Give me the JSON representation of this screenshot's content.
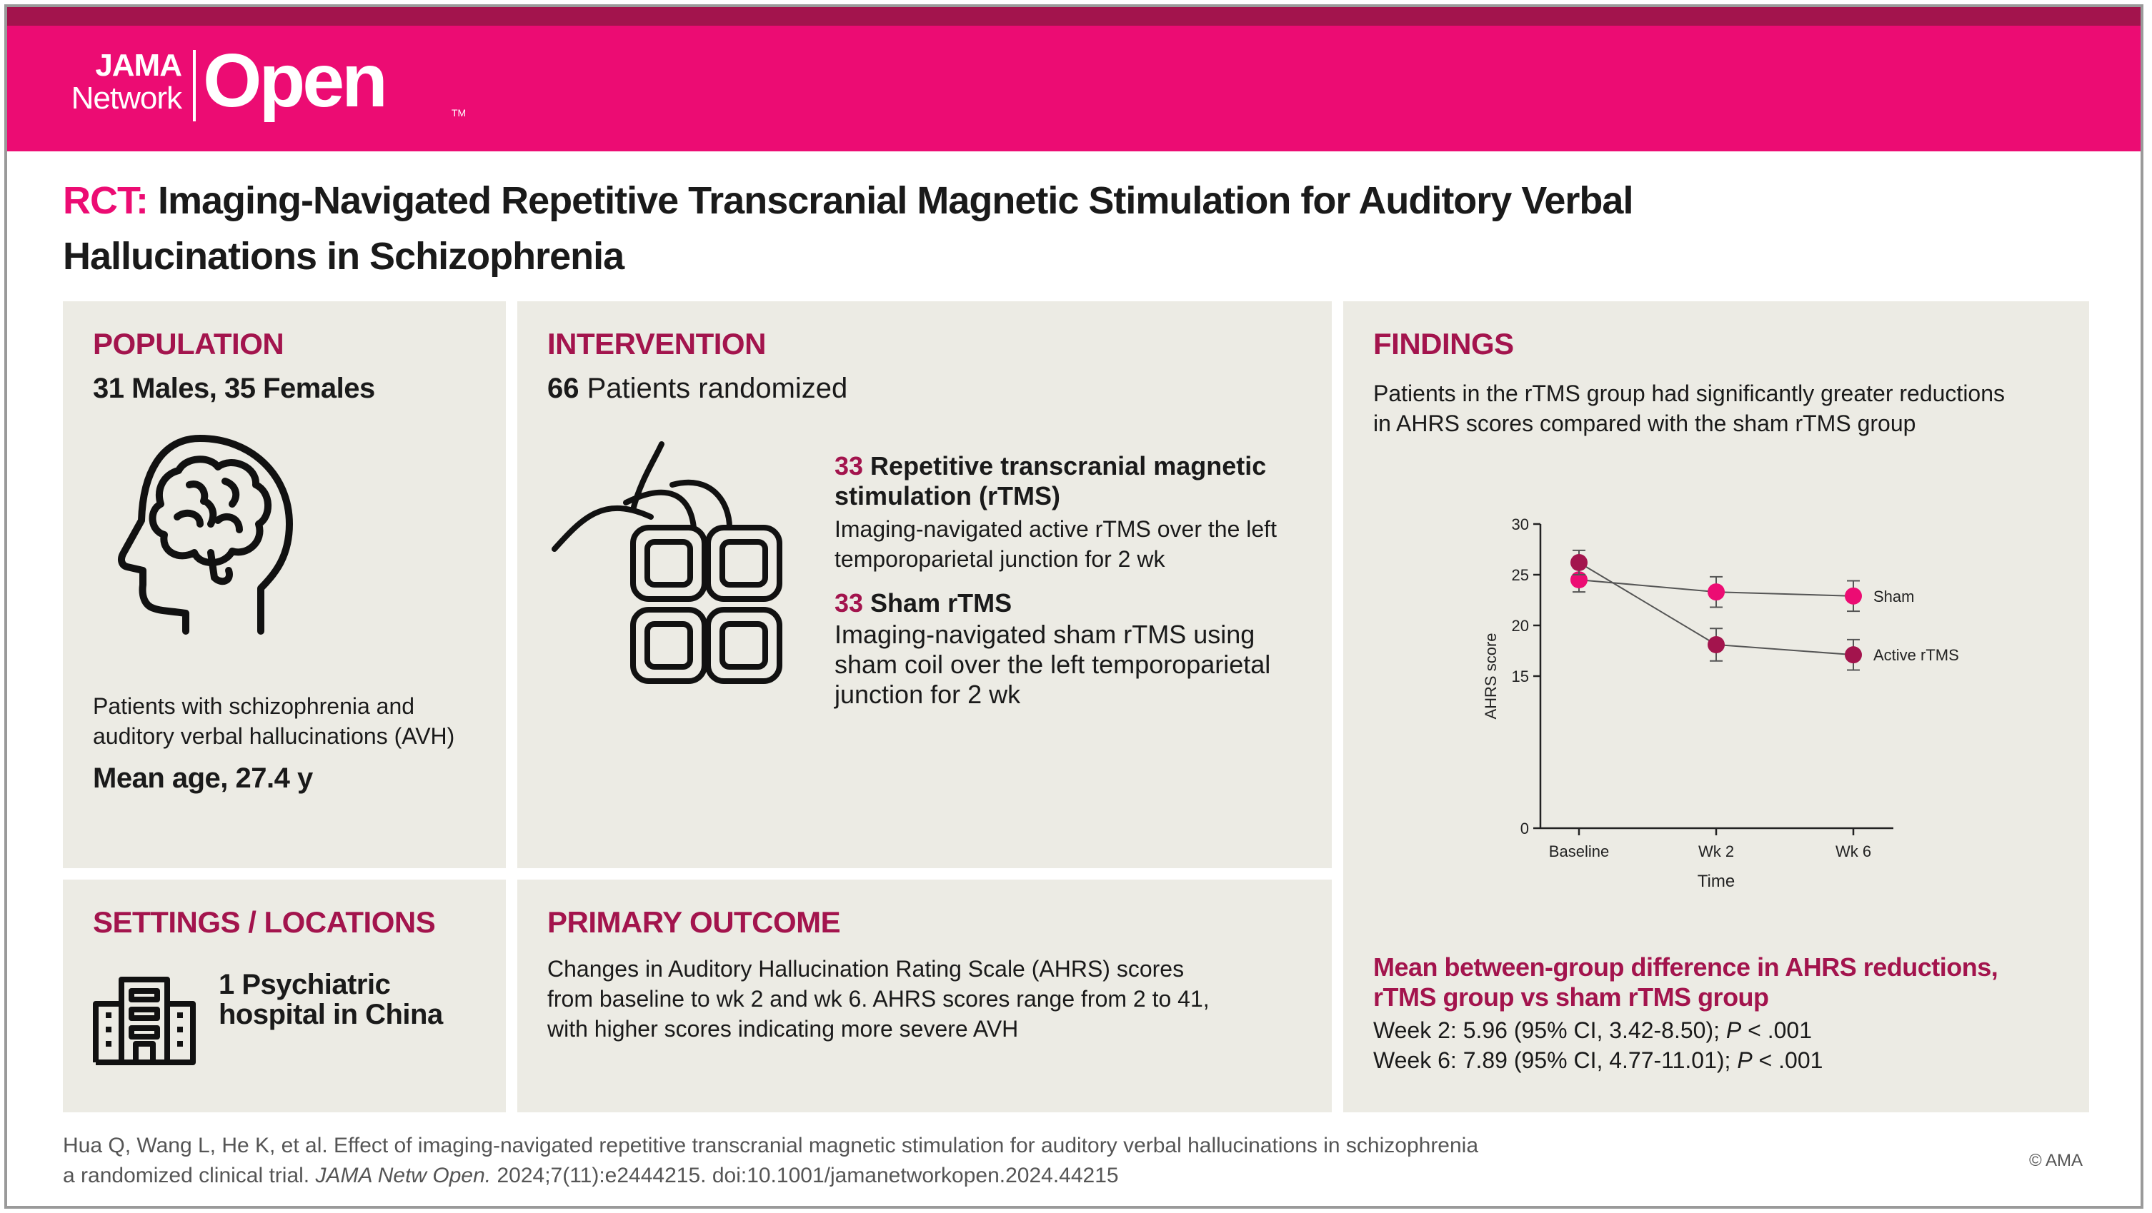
{
  "brand": {
    "jama": "JAMA",
    "network": "Network",
    "open": "Open",
    "tm": "TM"
  },
  "title": {
    "prefix": "RCT:",
    "line1": "Imaging-Navigated Repetitive Transcranial Magnetic Stimulation for Auditory Verbal",
    "line2": "Hallucinations in Schizophrenia"
  },
  "population": {
    "heading": "POPULATION",
    "counts": "31 Males, 35 Females",
    "desc_line1": "Patients with schizophrenia and",
    "desc_line2": "auditory verbal hallucinations (AVH)",
    "mean_age": "Mean age, 27.4 y",
    "icon": "head-brain-icon"
  },
  "intervention": {
    "heading": "INTERVENTION",
    "randomized_count": "66",
    "randomized_text": " Patients randomized",
    "icon": "coil-grid-icon",
    "arm1": {
      "count": "33",
      "name_line1": " Repetitive transcranial magnetic",
      "name_line2": "stimulation (rTMS)",
      "desc_line1": "Imaging-navigated active rTMS over the left",
      "desc_line2": "temporoparietal junction for 2 wk"
    },
    "arm2": {
      "count": "33",
      "name": " Sham rTMS",
      "desc_line1": "Imaging-navigated sham rTMS using",
      "desc_line2": "sham coil over the left temporoparietal",
      "desc_line3": "junction for 2 wk"
    }
  },
  "settings": {
    "heading": "SETTINGS / LOCATIONS",
    "line1": "1 Psychiatric",
    "line2": "hospital in China",
    "icon": "hospital-building-icon"
  },
  "primary_outcome": {
    "heading": "PRIMARY OUTCOME",
    "line1": "Changes in Auditory Hallucination Rating Scale (AHRS) scores",
    "line2": "from baseline to wk 2 and wk 6. AHRS scores range from 2 to 41,",
    "line3": "with higher scores indicating more severe AVH"
  },
  "findings": {
    "heading": "FINDINGS",
    "summary_line1": "Patients in the rTMS group had significantly greater reductions",
    "summary_line2": "in AHRS scores compared with the sham rTMS group",
    "diff_heading_line1": "Mean between-group difference in AHRS reductions,",
    "diff_heading_line2": "rTMS group vs sham rTMS group",
    "week2_text": "Week 2: 5.96 (95% CI, 3.42-8.50); ",
    "week6_text": "Week 6: 7.89 (95% CI, 4.77-11.01); ",
    "p_label": "P",
    "p_value": " < .001"
  },
  "chart_data": {
    "type": "line",
    "title": "",
    "xlabel": "Time",
    "ylabel": "AHRS score",
    "categories": [
      "Baseline",
      "Wk 2",
      "Wk 6"
    ],
    "ylim": [
      0,
      30
    ],
    "yticks": [
      0,
      15,
      20,
      25,
      30
    ],
    "grid": false,
    "series": [
      {
        "name": "Sham",
        "color": "#ec0c73",
        "values": [
          24.5,
          23.3,
          22.9
        ],
        "error": [
          1.2,
          1.5,
          1.5
        ]
      },
      {
        "name": "Active rTMS",
        "color": "#a3144d",
        "values": [
          26.2,
          18.1,
          17.1
        ],
        "error": [
          1.2,
          1.6,
          1.5
        ]
      }
    ]
  },
  "citation": {
    "line1": "Hua Q, Wang L, He K, et al. Effect of imaging-navigated repetitive transcranial magnetic stimulation for auditory verbal hallucinations in schizophrenia",
    "line2_a": "a randomized clinical trial. ",
    "journal": "JAMA Netw Open.",
    "line2_b": " 2024;7(11):e2444215. doi:10.1001/jamanetworkopen.2024.44215",
    "copyright": "© AMA"
  }
}
